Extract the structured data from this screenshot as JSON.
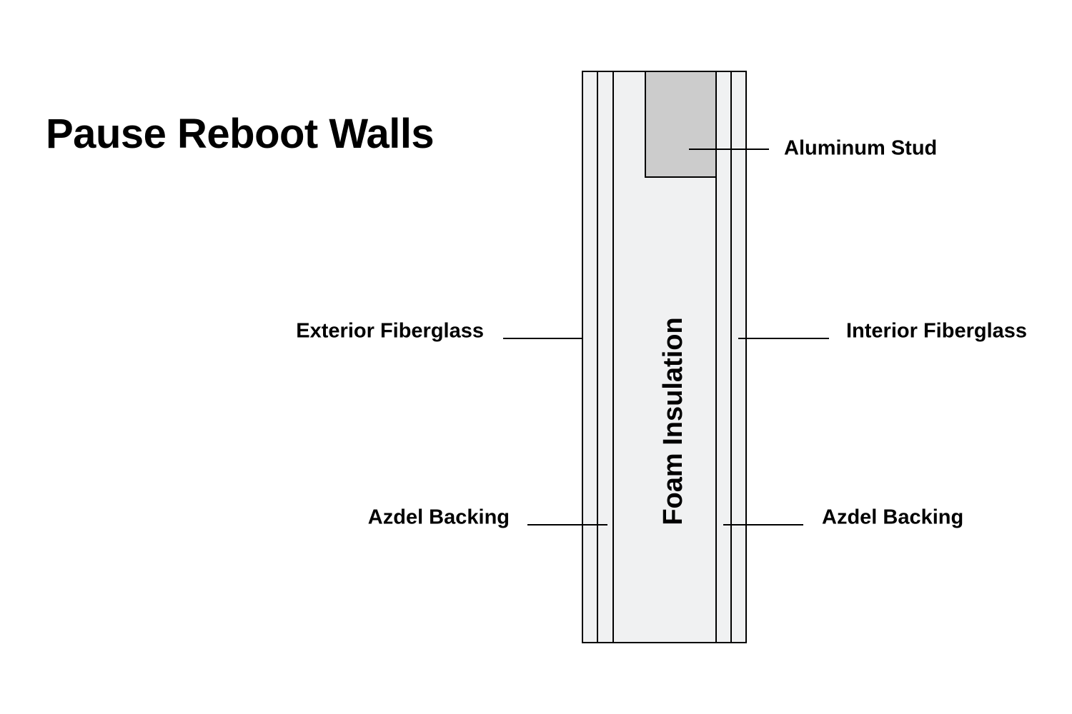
{
  "title": "Pause Reboot Walls",
  "colors": {
    "panel_fill": "#f0f1f2",
    "stud_fill": "#cccccc",
    "stroke": "#000000",
    "background": "#ffffff"
  },
  "layers": [
    {
      "key": "exterior_fiberglass_outer",
      "name": "Exterior Fiberglass"
    },
    {
      "key": "azdel_backing_outer",
      "name": "Azdel Backing"
    },
    {
      "key": "foam_insulation",
      "name": "Foam Insulation"
    },
    {
      "key": "azdel_backing_inner",
      "name": "Azdel Backing"
    },
    {
      "key": "interior_fiberglass",
      "name": "Interior Fiberglass"
    },
    {
      "key": "aluminum_stud",
      "name": "Aluminum Stud"
    }
  ],
  "labels": {
    "aluminum_stud": "Aluminum Stud",
    "exterior_fiberglass": "Exterior Fiberglass",
    "interior_fiberglass": "Interior Fiberglass",
    "azdel_backing_left": "Azdel Backing",
    "azdel_backing_right": "Azdel Backing",
    "foam_insulation": "Foam Insulation"
  }
}
